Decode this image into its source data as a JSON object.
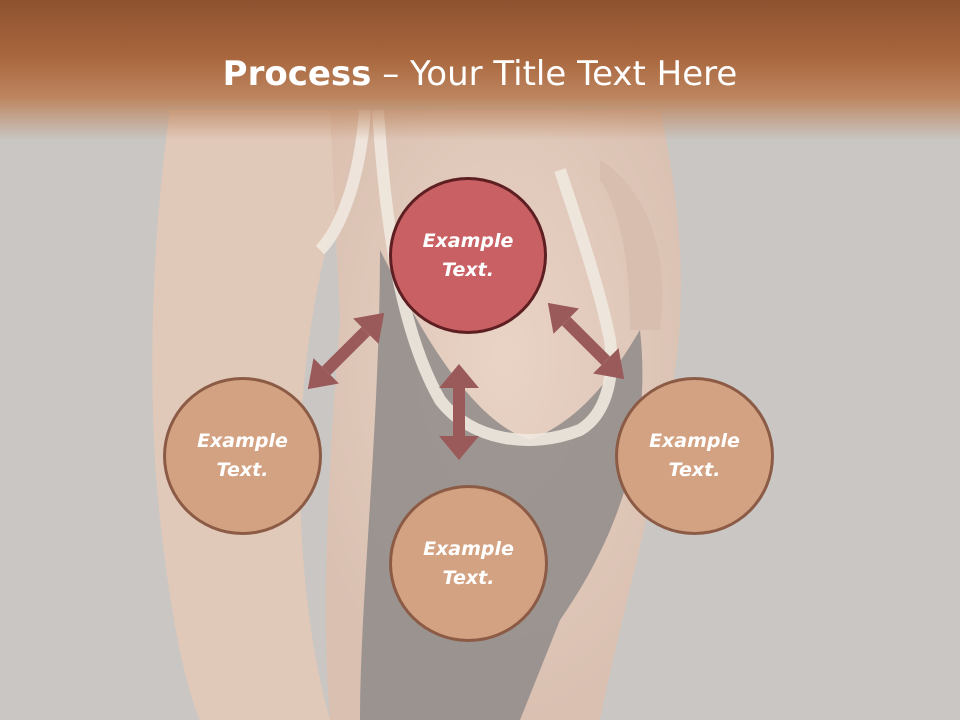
{
  "title": {
    "strong": "Process",
    "dash": " – ",
    "rest": "Your Title Text Here"
  },
  "nodes": {
    "center": {
      "label": "Example\nText."
    },
    "left": {
      "label": "Example\nText."
    },
    "right": {
      "label": "Example\nText."
    },
    "bottom": {
      "label": "Example\nText."
    }
  },
  "colors": {
    "header": "#a8663d",
    "center_fill": "#c96064",
    "outer_fill": "#d3a282",
    "arrow": "#9a5a5a"
  }
}
